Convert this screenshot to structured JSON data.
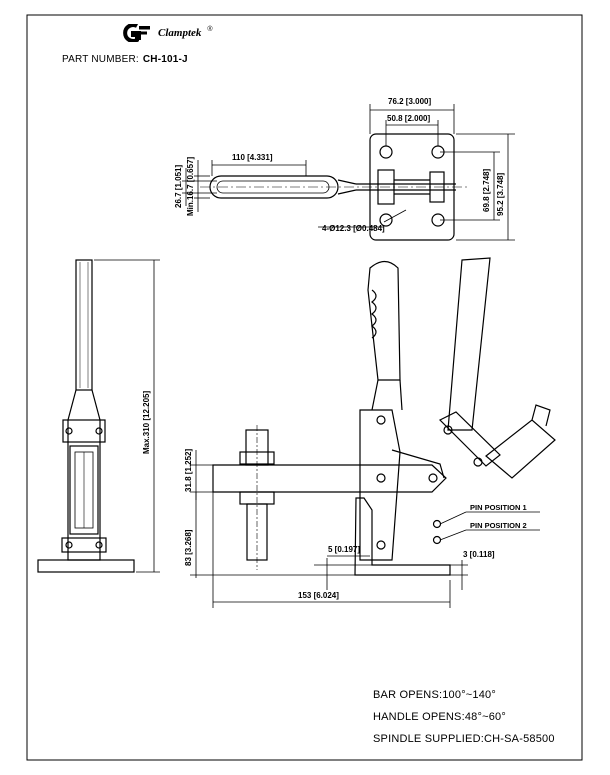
{
  "header": {
    "brand": "Clamptek",
    "trademark": "®",
    "part_number_label": "PART NUMBER:",
    "part_number": "CH-101-J"
  },
  "dimensions": {
    "overall_width": "76.2 [3.000]",
    "hole_spacing_x": "50.8 [2.000]",
    "arm_length": "110 [4.331]",
    "hole_spacing_y": "69.8 [2.748]",
    "overall_height": "95.2 [3.748]",
    "slot_width": "26.7 [1.051]",
    "min_slot": "Min.16.7 [0.657]",
    "mount_holes": "4-Ø12.3 [Ø0.484]",
    "max_height": "Max.310 [12.205]",
    "bar_height": "31.8 [1.252]",
    "spindle_height": "83 [3.268]",
    "clearance": "5 [0.197]",
    "base_thickness": "3 [0.118]",
    "total_length": "153 [6.024]"
  },
  "labels": {
    "pin_position_1": "PIN POSITION 1",
    "pin_position_2": "PIN POSITION 2"
  },
  "notes": [
    "BAR OPENS:100°~140°",
    "HANDLE OPENS:48°~60°",
    "SPINDLE SUPPLIED:CH-SA-58500"
  ]
}
